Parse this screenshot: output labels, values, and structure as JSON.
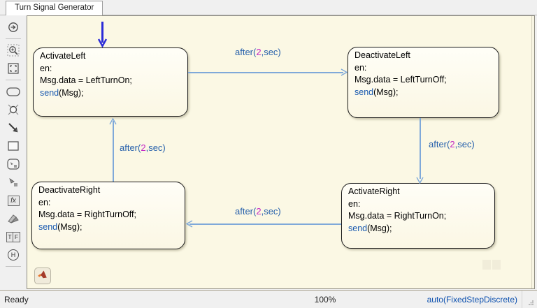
{
  "tab": {
    "title": "Turn Signal Generator"
  },
  "toolbar": {
    "items": [
      {
        "name": "default-transition"
      },
      {
        "name": "zoom-in"
      },
      {
        "name": "fit-to-view"
      },
      {
        "name": "state"
      },
      {
        "name": "connective-junction"
      },
      {
        "name": "transition"
      },
      {
        "name": "box"
      },
      {
        "name": "subchart"
      },
      {
        "name": "graphical-function"
      },
      {
        "name": "matlab-function",
        "glyph": "fx"
      },
      {
        "name": "simulink-function"
      },
      {
        "name": "truth-table",
        "glyph_true": "T",
        "glyph_false": "F"
      },
      {
        "name": "history-junction",
        "glyph": "H"
      }
    ]
  },
  "chart": {
    "states": [
      {
        "title": "ActivateLeft",
        "en": "en:",
        "assign": "Msg.data = LeftTurnOn;",
        "send_kw": "send",
        "send_rest": "(Msg);"
      },
      {
        "title": "DeactivateLeft",
        "en": "en:",
        "assign": "Msg.data = LeftTurnOff;",
        "send_kw": "send",
        "send_rest": "(Msg);"
      },
      {
        "title": "DeactivateRight",
        "en": "en:",
        "assign": "Msg.data = RightTurnOff;",
        "send_kw": "send",
        "send_rest": "(Msg);"
      },
      {
        "title": "ActivateRight",
        "en": "en:",
        "assign": "Msg.data = RightTurnOn;",
        "send_kw": "send",
        "send_rest": "(Msg);"
      }
    ],
    "transitions": [
      {
        "prefix": "after(",
        "value": "2",
        "suffix": ",sec)"
      },
      {
        "prefix": "after(",
        "value": "2",
        "suffix": ",sec)"
      },
      {
        "prefix": "after(",
        "value": "2",
        "suffix": ",sec)"
      },
      {
        "prefix": "after(",
        "value": "2",
        "suffix": ",sec)"
      }
    ]
  },
  "statusbar": {
    "status": "Ready",
    "zoom": "100%",
    "solver": "auto(FixedStepDiscrete)"
  },
  "colors": {
    "canvas_bg": "#fbf8e4",
    "transition_line": "#7fa9d9",
    "label_blue": "#2660ab",
    "label_magenta": "#c428c4",
    "keyword_blue": "#1b5bb0",
    "default_transition_blue": "#2b2bd8",
    "solver_link_blue": "#0b4fae"
  }
}
